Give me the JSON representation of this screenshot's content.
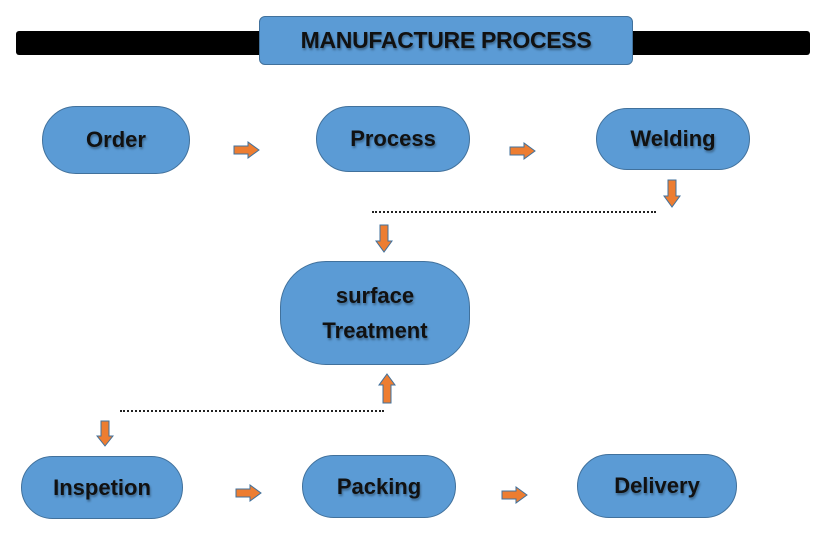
{
  "title": "MANUFACTURE PROCESS",
  "nodes": {
    "order": "Order",
    "process": "Process",
    "welding": "Welding",
    "surface_line1": "surface",
    "surface_line2": "Treatment",
    "inspection": "Inspetion",
    "packing": "Packing",
    "delivery": "Delivery"
  },
  "colors": {
    "node_fill": "#5b9bd5",
    "node_border": "#41719c",
    "arrow": "#ed7d31",
    "header_bar": "#000000"
  }
}
